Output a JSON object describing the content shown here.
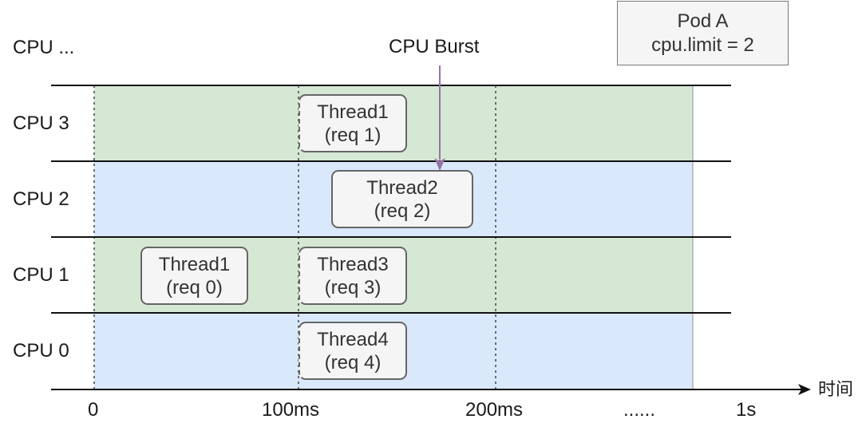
{
  "row_labels": {
    "cpu_more": "CPU ...",
    "cpu3": "CPU 3",
    "cpu2": "CPU 2",
    "cpu1": "CPU 1",
    "cpu0": "CPU 0"
  },
  "pod": {
    "line1": "Pod A",
    "line2": "cpu.limit = 2"
  },
  "burst_label": "CPU Burst",
  "axis": {
    "time_label": "时间",
    "ticks": [
      "0",
      "100ms",
      "200ms",
      "......",
      "1s"
    ]
  },
  "threads": [
    {
      "name": "Thread1",
      "req": "(req 1)"
    },
    {
      "name": "Thread2",
      "req": "(req 2)"
    },
    {
      "name": "Thread1",
      "req": "(req 0)"
    },
    {
      "name": "Thread3",
      "req": "(req 3)"
    },
    {
      "name": "Thread4",
      "req": "(req 4)"
    }
  ],
  "colors": {
    "band_green": "#d5e8d4",
    "band_blue": "#dae8fc",
    "burst_arrow": "#9673a6",
    "box_fill": "#f5f5f5"
  }
}
